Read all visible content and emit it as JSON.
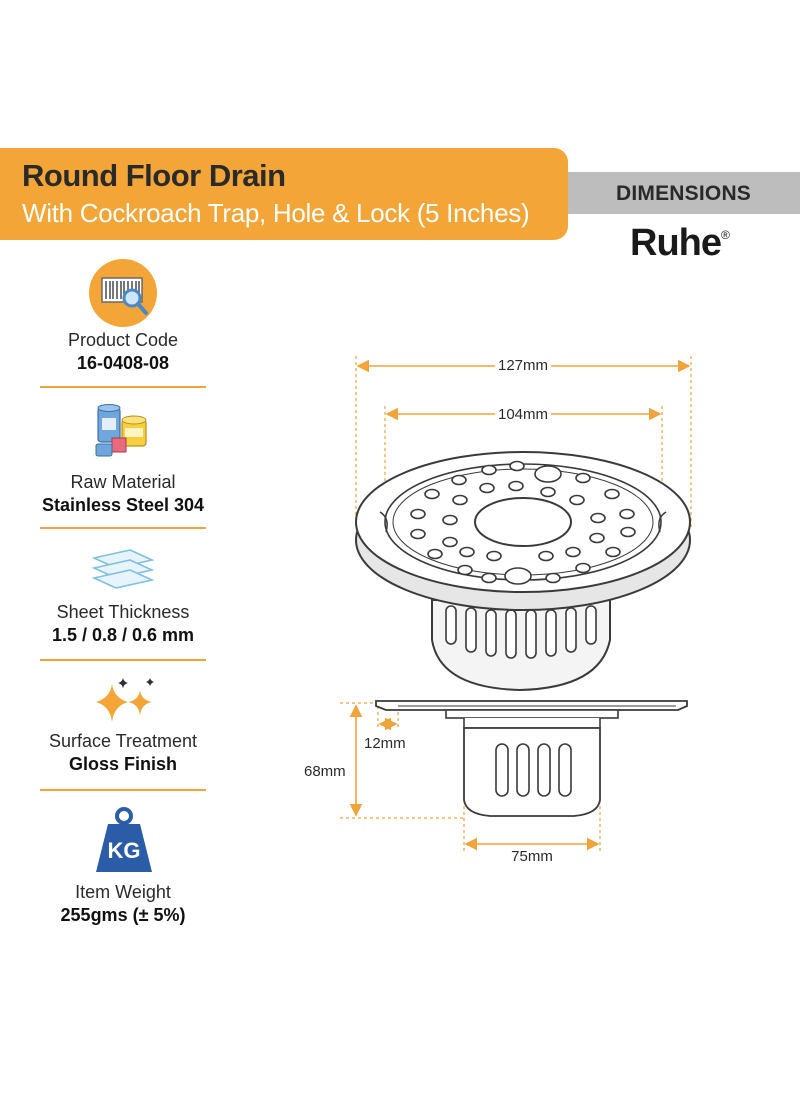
{
  "header": {
    "title": "Round Floor Drain",
    "subtitle": "With Cockroach Trap, Hole & Lock (5 Inches)",
    "tab_label": "DIMENSIONS",
    "brand": "Ruhe",
    "brand_mark": "®"
  },
  "features": [
    {
      "label": "Product Code",
      "value": "16-0408-08",
      "icon": "barcode-icon"
    },
    {
      "label": "Raw Material",
      "value": "Stainless Steel 304",
      "icon": "material-cans-icon"
    },
    {
      "label": "Sheet Thickness",
      "value": "1.5 / 0.8 / 0.6 mm",
      "icon": "sheets-icon"
    },
    {
      "label": "Surface Treatment",
      "value": "Gloss Finish",
      "icon": "sparkle-icon"
    },
    {
      "label": "Item Weight",
      "value": "255gms (± 5%)",
      "icon": "weight-icon",
      "icon_text": "KG"
    }
  ],
  "dimensions": {
    "outer_diameter": "127mm",
    "inner_diameter": "104mm",
    "height": "68mm",
    "rim_depth": "12mm",
    "trap_diameter": "75mm"
  },
  "colors": {
    "accent": "#f3a637",
    "tab_gray": "#bdbdbd",
    "dimension_line": "#f0a43a"
  }
}
